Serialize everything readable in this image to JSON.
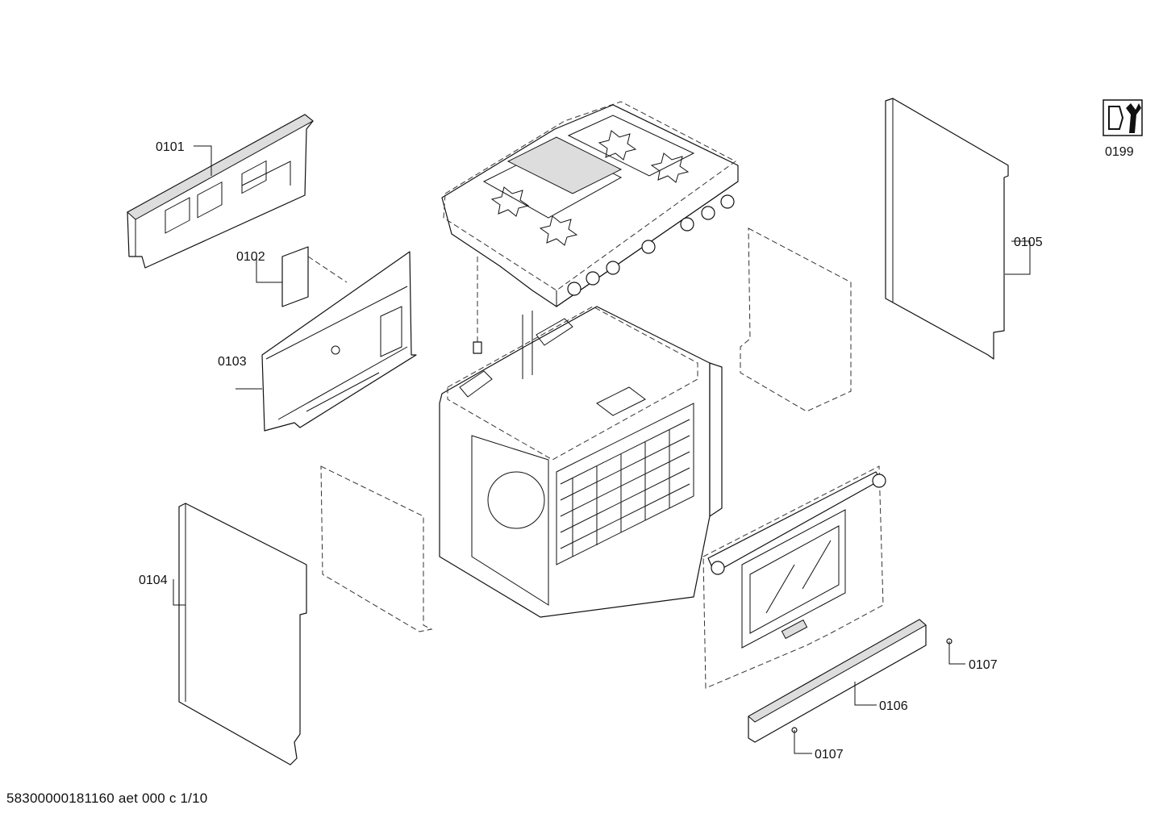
{
  "parts": [
    {
      "id": "p0101",
      "label": "0101"
    },
    {
      "id": "p0102",
      "label": "0102"
    },
    {
      "id": "p0103",
      "label": "0103"
    },
    {
      "id": "p0104",
      "label": "0104"
    },
    {
      "id": "p0105",
      "label": "0105"
    },
    {
      "id": "p0106",
      "label": "0106"
    },
    {
      "id": "p0107a",
      "label": "0107"
    },
    {
      "id": "p0107b",
      "label": "0107"
    },
    {
      "id": "p0199",
      "label": "0199"
    }
  ],
  "footer": "58300000181160 aet 000 c 1/10"
}
